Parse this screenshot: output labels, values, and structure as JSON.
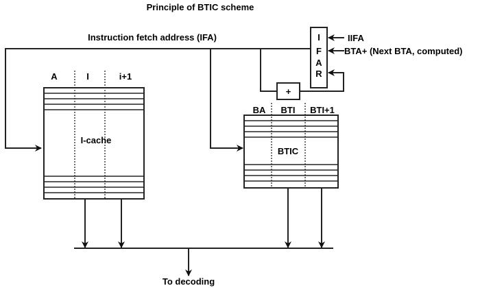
{
  "diagram": {
    "title": "Principle of BTIC scheme",
    "ifa_label": "Instruction fetch address (IFA)",
    "ifar": {
      "letters": [
        "I",
        "F",
        "A",
        "R"
      ],
      "inputs": [
        "IIFA",
        "BTA+ (Next BTA, computed)"
      ]
    },
    "adder_label": "+",
    "icache": {
      "name": "I-cache",
      "columns": [
        "A",
        "I",
        "i+1"
      ]
    },
    "btic": {
      "name": "BTIC",
      "columns": [
        "BA",
        "BTI",
        "BTI+1"
      ]
    },
    "output_label": "To decoding",
    "stroke_color": "#222222"
  }
}
